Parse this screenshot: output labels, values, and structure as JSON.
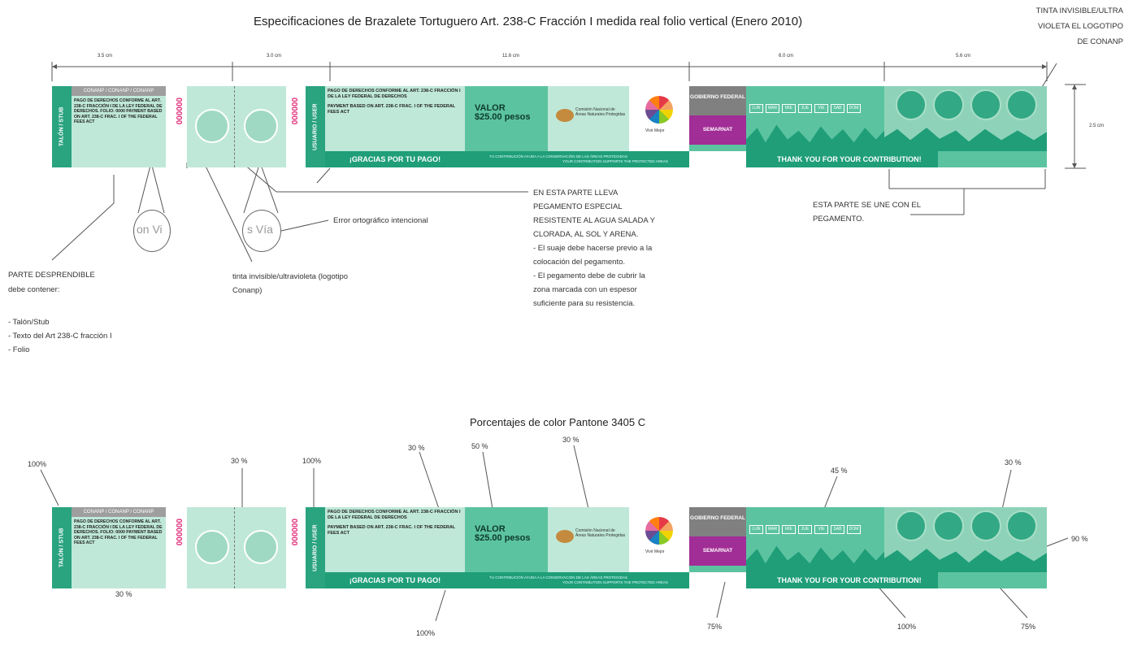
{
  "titles": {
    "main": "Especificaciones de Brazalete Tortuguero Art. 238-C Fracción I medida real folio vertical (Enero 2010)",
    "colors": "Porcentajes de color Pantone 3405 C"
  },
  "colors": {
    "pantone_dark": "#1f9e78",
    "pantone_light": "#bfe8d8",
    "pantone_mid": "#5cc3a0",
    "folio_pink": "#e0307a",
    "semarnat_purple": "#a12d96",
    "gobierno_gray": "#808080"
  },
  "dimensions": {
    "d1": "3.5 cm",
    "d2": "3.0 cm",
    "d3": "11.6 cm",
    "d4": "6.0 cm",
    "d5": "5.6 cm",
    "height": "2.5 cm"
  },
  "band": {
    "stub_label": "TALÓN / STUB",
    "stub_header": "CONANP / CONANP / CONANP",
    "stub_text": "PAGO DE DERECHOS CONFORME AL ART. 238-C FRACCIÓN I DE LA LEY FEDERAL DE DERECHOS. FOLIO: 0000 PAYMENT BASED ON ART. 238-C FRAC. I OF THE FEDERAL FEES ACT",
    "folio": "000000",
    "user_label": "USUARIO / USER",
    "pago_text": "PAGO DE DERECHOS CONFORME AL ART. 238-C FRACCIÓN I DE LA LEY FEDERAL DE DERECHOS",
    "pago_text_en": "PAYMENT BASED ON ART. 238-C FRAC. I OF THE FEDERAL FEES ACT",
    "gracias": "¡GRACIAS POR TU PAGO!",
    "valor_label": "VALOR",
    "valor_amount": "$25.00 pesos",
    "fine_print_1": "TU CONTRIBUCIÓN AYUDA A LA CONSERVACIÓN DE LAS ÁREAS PROTEGIDAS",
    "fine_print_2": "YOUR CONTRIBUTION SUPPORTS THE PROTECTED AREAS",
    "conanp_logo_text": "Comisión Nacional de Áreas Naturales Protegidas",
    "vivir_mejor": "Vivir Mejor",
    "gobierno": "GOBIERNO FEDERAL",
    "semarnat": "SEMARNAT",
    "days": [
      "LUN",
      "MAR",
      "MIE",
      "JUE",
      "VIE",
      "SAB",
      "DOM"
    ],
    "thanks": "THANK YOU FOR YOUR CONTRIBUTION!"
  },
  "annotations": {
    "tinta_top": "TINTA INVISIBLE/ULTRA VIOLETA EL LOGOTIPO DE CONANP",
    "parte_desprendible": "PARTE DESPRENDIBLE",
    "debe_contener": "debe contener:",
    "items": [
      "- Talón/Stub",
      "- Texto del Art 238-C fracción I",
      "- Folio"
    ],
    "zoom1": "on Vi",
    "zoom2": "s Vía",
    "error": "Error ortográfico intencional",
    "tinta_invisible": "tinta invisible/ultravioleta (logotipo Conanp)",
    "pegamento": "EN ESTA PARTE LLEVA PEGAMENTO ESPECIAL RESISTENTE AL AGUA SALADA Y CLORADA, AL SOL Y ARENA.",
    "suaje": "- El suaje debe hacerse previo a la colocación del pegamento.",
    "cubrir": "- El pegamento debe de cubrir la zona marcada con un espesor suficiente para su resistencia.",
    "une": "ESTA PARTE SE UNE CON EL PEGAMENTO."
  },
  "percentages": {
    "p1": "100%",
    "p2": "30 %",
    "p3": "100%",
    "p4": "30 %",
    "p5": "50 %",
    "p6": "30 %",
    "p7": "45 %",
    "p8": "30 %",
    "p9": "90 %",
    "p10": "30 %",
    "p11": "100%",
    "p12": "75%",
    "p13": "100%",
    "p14": "75%"
  }
}
